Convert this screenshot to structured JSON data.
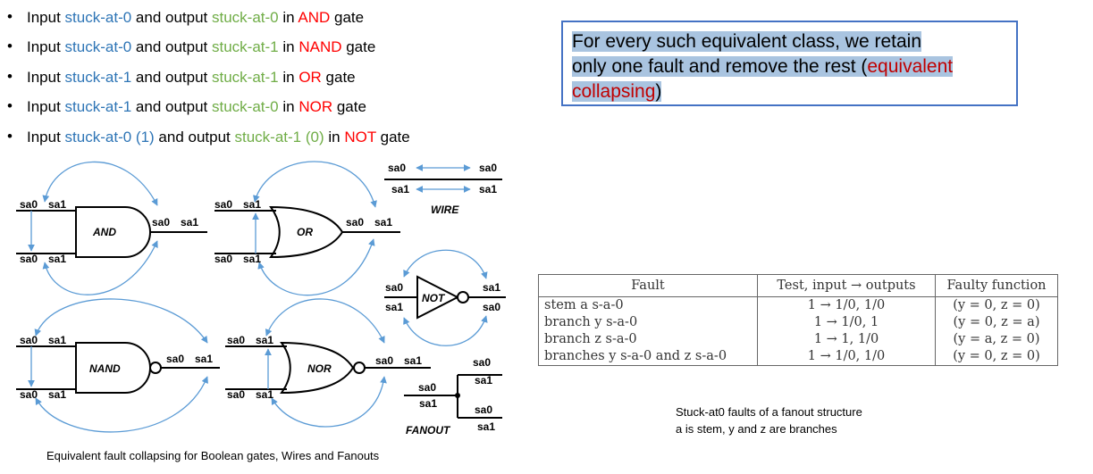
{
  "bullets": [
    {
      "parts": [
        {
          "t": "Input ",
          "c": ""
        },
        {
          "t": "stuck-at-0",
          "c": "blue"
        },
        {
          "t": " and output ",
          "c": ""
        },
        {
          "t": "stuck-at-0",
          "c": "green"
        },
        {
          "t": " in ",
          "c": ""
        },
        {
          "t": "AND",
          "c": "red"
        },
        {
          "t": " gate",
          "c": ""
        }
      ]
    },
    {
      "parts": [
        {
          "t": "Input ",
          "c": ""
        },
        {
          "t": "stuck-at-0",
          "c": "blue"
        },
        {
          "t": " and output ",
          "c": ""
        },
        {
          "t": "stuck-at-1",
          "c": "green"
        },
        {
          "t": " in ",
          "c": ""
        },
        {
          "t": "NAND",
          "c": "red"
        },
        {
          "t": " gate",
          "c": ""
        }
      ]
    },
    {
      "parts": [
        {
          "t": "Input ",
          "c": ""
        },
        {
          "t": "stuck-at-1",
          "c": "blue"
        },
        {
          "t": " and output ",
          "c": ""
        },
        {
          "t": "stuck-at-1",
          "c": "green"
        },
        {
          "t": " in ",
          "c": ""
        },
        {
          "t": "OR",
          "c": "red"
        },
        {
          "t": " gate",
          "c": ""
        }
      ]
    },
    {
      "parts": [
        {
          "t": "Input ",
          "c": ""
        },
        {
          "t": "stuck-at-1",
          "c": "blue"
        },
        {
          "t": " and output ",
          "c": ""
        },
        {
          "t": "stuck-at-0",
          "c": "green"
        },
        {
          "t": " in ",
          "c": ""
        },
        {
          "t": "NOR",
          "c": "red"
        },
        {
          "t": " gate",
          "c": ""
        }
      ]
    },
    {
      "parts": [
        {
          "t": "Input ",
          "c": ""
        },
        {
          "t": "stuck-at-0 (1)",
          "c": "blue"
        },
        {
          "t": " and output ",
          "c": ""
        },
        {
          "t": "stuck-at-1 (0)",
          "c": "green"
        },
        {
          "t": " in ",
          "c": ""
        },
        {
          "t": "NOT",
          "c": "red"
        },
        {
          "t": " gate",
          "c": ""
        }
      ]
    }
  ],
  "bullet_char": "•",
  "callout": {
    "line1": "For every such equivalent class, we retain",
    "line2a": "only one fault and remove the rest (",
    "line2b": "equivalent",
    "line3a": "collapsing",
    "line3b": ")"
  },
  "labels": {
    "sa0": "sa0",
    "sa1": "sa1",
    "and": "AND",
    "or": "OR",
    "nand": "NAND",
    "nor": "NOR",
    "not": "NOT",
    "wire": "WIRE",
    "fanout": "FANOUT"
  },
  "captions": {
    "gates": "Equivalent fault collapsing for Boolean gates, Wires and Fanouts",
    "fanout_line1": "Stuck-at0 faults of a fanout structure",
    "fanout_line2": "a is stem, y and z are branches"
  },
  "table": {
    "headers": [
      "Fault",
      "Test, input → outputs",
      "Faulty function"
    ],
    "rows": [
      [
        "stem a s-a-0",
        "1 → 1/0, 1/0",
        "(y = 0,  z = 0)"
      ],
      [
        "branch y s-a-0",
        "1 → 1/0, 1",
        "(y = 0,  z = a)"
      ],
      [
        "branch z s-a-0",
        "1 → 1, 1/0",
        "(y = a,  z = 0)"
      ],
      [
        "branches y s-a-0 and z s-a-0",
        "1 → 1/0, 1/0",
        "(y = 0,  z = 0)"
      ]
    ]
  },
  "colors": {
    "arrow": "#5b9bd5",
    "blue_text": "#2e75b6",
    "green_text": "#70ad47",
    "red_text": "#ff0000",
    "callout_border": "#4472c4",
    "highlight": "#a9c4e0"
  }
}
